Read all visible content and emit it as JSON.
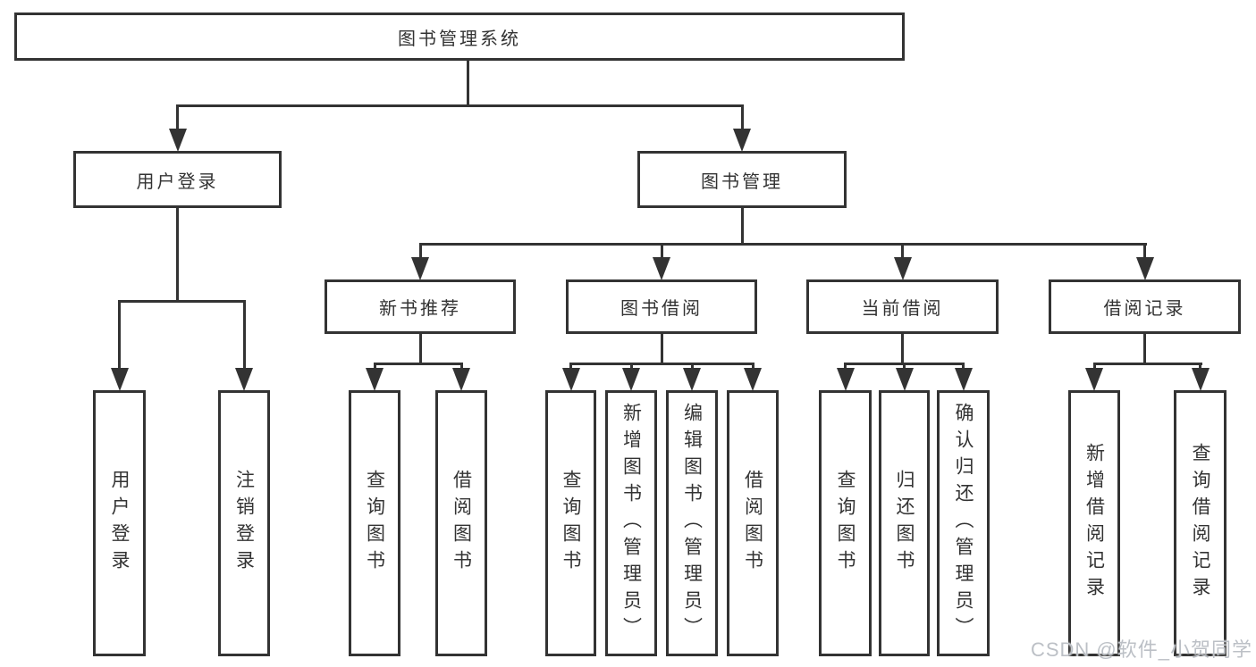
{
  "diagram": {
    "root": {
      "label": "图书管理系统",
      "children": [
        {
          "label": "用户登录",
          "children": [
            {
              "label": "用户登录"
            },
            {
              "label": "注销登录"
            }
          ]
        },
        {
          "label": "图书管理",
          "children": [
            {
              "label": "新书推荐",
              "children": [
                {
                  "label": "查询图书"
                },
                {
                  "label": "借阅图书"
                }
              ]
            },
            {
              "label": "图书借阅",
              "children": [
                {
                  "label": "查询图书"
                },
                {
                  "label": "新增图书（管理员）"
                },
                {
                  "label": "编辑图书（管理员）"
                },
                {
                  "label": "借阅图书"
                }
              ]
            },
            {
              "label": "当前借阅",
              "children": [
                {
                  "label": "查询图书"
                },
                {
                  "label": "归还图书"
                },
                {
                  "label": "确认归还（管理员）"
                }
              ]
            },
            {
              "label": "借阅记录",
              "children": [
                {
                  "label": "新增借阅记录"
                },
                {
                  "label": "查询借阅记录"
                }
              ]
            }
          ]
        }
      ]
    }
  },
  "watermark": {
    "text": "CSDN @软件_小贺同学",
    "color": "#bcc0c6"
  },
  "colors": {
    "line": "#333333",
    "box_border": "#333333",
    "box_background": "#ffffff",
    "text": "#333333",
    "page_background": "#ffffff"
  }
}
